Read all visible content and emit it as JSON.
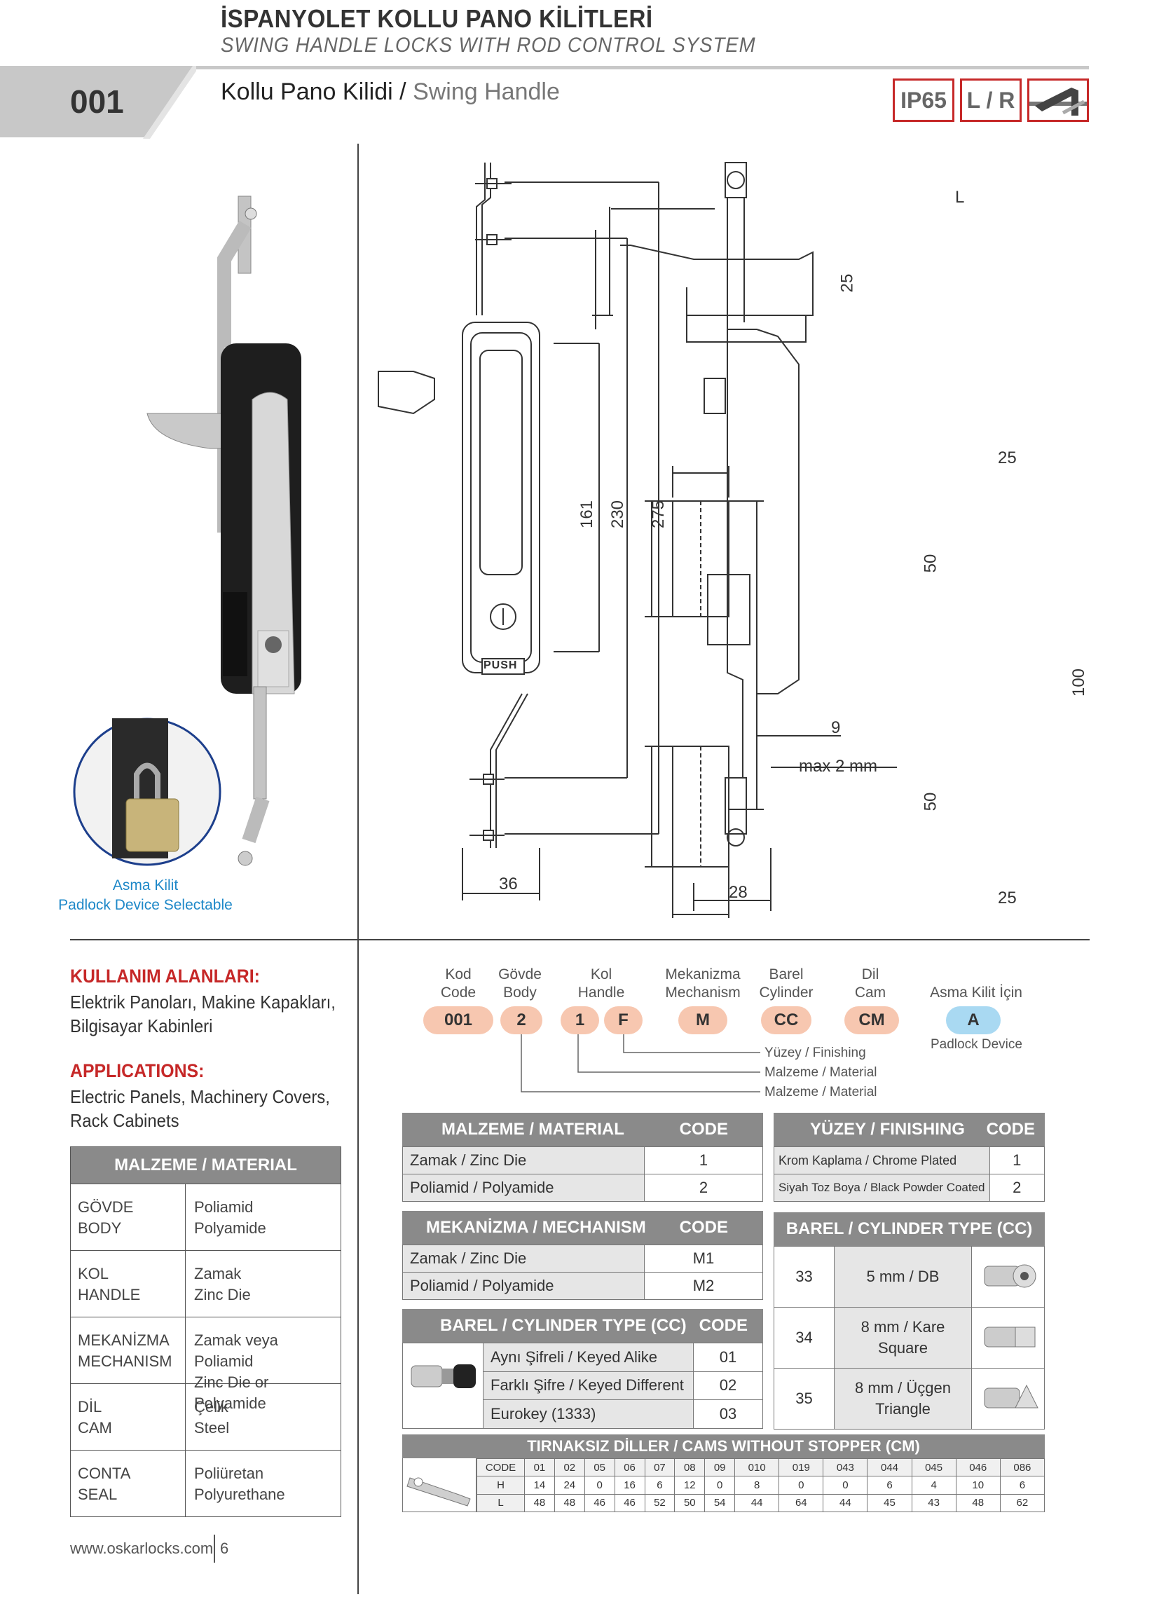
{
  "header": {
    "title_tr": "İSPANYOLET KOLLU PANO KİLİTLERİ",
    "title_en": "SWING HANDLE LOCKS WITH ROD CONTROL SYSTEM",
    "code": "001",
    "product_tr": "Kollu Pano Kilidi /",
    "product_en": "Swing Handle",
    "tags": [
      "IP65",
      "L / R"
    ]
  },
  "padlock": {
    "label_tr": "Asma Kilit",
    "label_en": "Padlock Device Selectable"
  },
  "drawing": {
    "dims": [
      "L",
      "25",
      "25",
      "50",
      "100",
      "50",
      "25",
      "9",
      "max 2 mm",
      "161",
      "230",
      "275",
      "36",
      "28"
    ],
    "push_label": "PUSH"
  },
  "applications": {
    "tr_heading": "KULLANIM ALANLARI:",
    "tr_lines": [
      "Elektrik Panoları, Makine Kapakları,",
      "Bilgisayar Kabinleri"
    ],
    "en_heading": "APPLICATIONS:",
    "en_lines": [
      "Electric Panels, Machinery Covers,",
      "Rack Cabinets"
    ]
  },
  "material_table": {
    "heading": "MALZEME / MATERIAL",
    "rows": [
      {
        "part": [
          "GÖVDE",
          "BODY"
        ],
        "mat": [
          "Poliamid",
          "Polyamide"
        ]
      },
      {
        "part": [
          "KOL",
          "HANDLE"
        ],
        "mat": [
          "Zamak",
          "Zinc Die"
        ]
      },
      {
        "part": [
          "MEKANİZMA",
          "MECHANISM"
        ],
        "mat": [
          "Zamak veya Poliamid",
          "Zinc Die or Polyamide"
        ]
      },
      {
        "part": [
          "DİL",
          "CAM"
        ],
        "mat": [
          "Çelik",
          "Steel"
        ]
      },
      {
        "part": [
          "CONTA",
          "SEAL"
        ],
        "mat": [
          "Poliüretan",
          "Polyurethane"
        ]
      }
    ]
  },
  "code_builder": {
    "headers": [
      [
        "Kod",
        "Code"
      ],
      [
        "Gövde",
        "Body"
      ],
      [
        "Kol",
        "Handle"
      ],
      [
        "Mekanizma",
        "Mechanism"
      ],
      [
        "Barel",
        "Cylinder"
      ],
      [
        "Dil",
        "Cam"
      ]
    ],
    "padlock_header": "Asma Kilit İçin",
    "pills": [
      "001",
      "2",
      "1",
      "F",
      "M",
      "CC",
      "CM",
      "A"
    ],
    "padlock_note": "Padlock Device",
    "notes": [
      "Yüzey / Finishing",
      "Malzeme / Material",
      "Malzeme / Material"
    ]
  },
  "tables": {
    "material": {
      "h1": "MALZEME / MATERIAL",
      "h2": "CODE",
      "rows": [
        [
          "Zamak / Zinc Die",
          "1"
        ],
        [
          "Poliamid / Polyamide",
          "2"
        ]
      ]
    },
    "finishing": {
      "h1": "YÜZEY / FINISHING",
      "h2": "CODE",
      "rows": [
        [
          "Krom Kaplama / Chrome Plated",
          "1"
        ],
        [
          "Siyah Toz Boya / Black Powder Coated",
          "2"
        ]
      ]
    },
    "mechanism": {
      "h1": "MEKANİZMA / MECHANISM",
      "h2": "CODE",
      "rows": [
        [
          "Zamak / Zinc Die",
          "M1"
        ],
        [
          "Poliamid / Polyamide",
          "M2"
        ]
      ]
    },
    "cylinder": {
      "h1": "BAREL / CYLINDER TYPE (CC)",
      "h2": "CODE",
      "rows": [
        [
          "Aynı Şifreli / Keyed Alike",
          "01"
        ],
        [
          "Farklı Şifre / Keyed Different",
          "02"
        ],
        [
          "Eurokey (1333)",
          "03"
        ]
      ]
    },
    "cylinder_type": {
      "h1": "BAREL / CYLINDER TYPE (CC)",
      "rows": [
        [
          "33",
          "5 mm / DB",
          ""
        ],
        [
          "34",
          "8 mm / Kare",
          "Square"
        ],
        [
          "35",
          "8 mm / Üçgen",
          "Triangle"
        ]
      ]
    },
    "cams": {
      "heading": "TIRNAKSIZ DİLLER / CAMS WITHOUT STOPPER (CM)",
      "rows": [
        [
          "CODE",
          "01",
          "02",
          "05",
          "06",
          "07",
          "08",
          "09",
          "010",
          "019",
          "043",
          "044",
          "045",
          "046",
          "086"
        ],
        [
          "H",
          "14",
          "24",
          "0",
          "16",
          "6",
          "12",
          "0",
          "8",
          "0",
          "0",
          "6",
          "4",
          "10",
          "6"
        ],
        [
          "L",
          "48",
          "48",
          "46",
          "46",
          "52",
          "50",
          "54",
          "44",
          "64",
          "44",
          "45",
          "43",
          "48",
          "62"
        ]
      ]
    }
  },
  "footer": {
    "url": "www.oskarlocks.com",
    "page": "6"
  }
}
